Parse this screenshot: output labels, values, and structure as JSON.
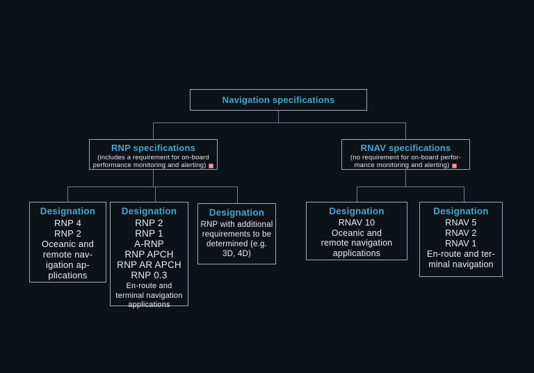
{
  "colors": {
    "background": "#0d1118",
    "accent_blue": "#45a7cd",
    "text": "#eceef0",
    "box_border": "#a6abb3",
    "connector": "#777d86",
    "marker_fill": "#dfa9a9",
    "marker_border": "#a85a5a"
  },
  "root": {
    "title": "Navigation specifications"
  },
  "rnp": {
    "title": "RNP specifications",
    "subtitle_lines": [
      "(includes a requirement for on-board",
      "performance monitoring and alerting)"
    ]
  },
  "rnav": {
    "title": "RNAV specifications",
    "subtitle_lines": [
      "(no requirement for on-board perfor-",
      "mance monitoring and alerting)"
    ]
  },
  "boxes": [
    {
      "title": "Designation",
      "lines": [
        "RNP 4",
        "RNP 2",
        "Oceanic and",
        "remote nav-",
        "igation ap-",
        "plications"
      ]
    },
    {
      "title": "Designation",
      "lines": [
        "RNP 2",
        "RNP 1",
        "A-RNP",
        "RNP APCH",
        "RNP AR APCH",
        "RNP 0.3"
      ],
      "note_lines": [
        "En-route and",
        "terminal navigation",
        "applications"
      ]
    },
    {
      "title": "Designation",
      "note_lines": [
        "RNP with additional",
        "requirements to be",
        "determined (e.g.",
        "3D, 4D)"
      ]
    },
    {
      "title": "Designation",
      "lines": [
        "RNAV 10",
        "Oceanic and",
        "remote navigation",
        "applications"
      ]
    },
    {
      "title": "Designation",
      "lines": [
        "RNAV 5",
        "RNAV 2",
        "RNAV 1",
        "En-route and ter-",
        "minal navigation"
      ]
    }
  ]
}
